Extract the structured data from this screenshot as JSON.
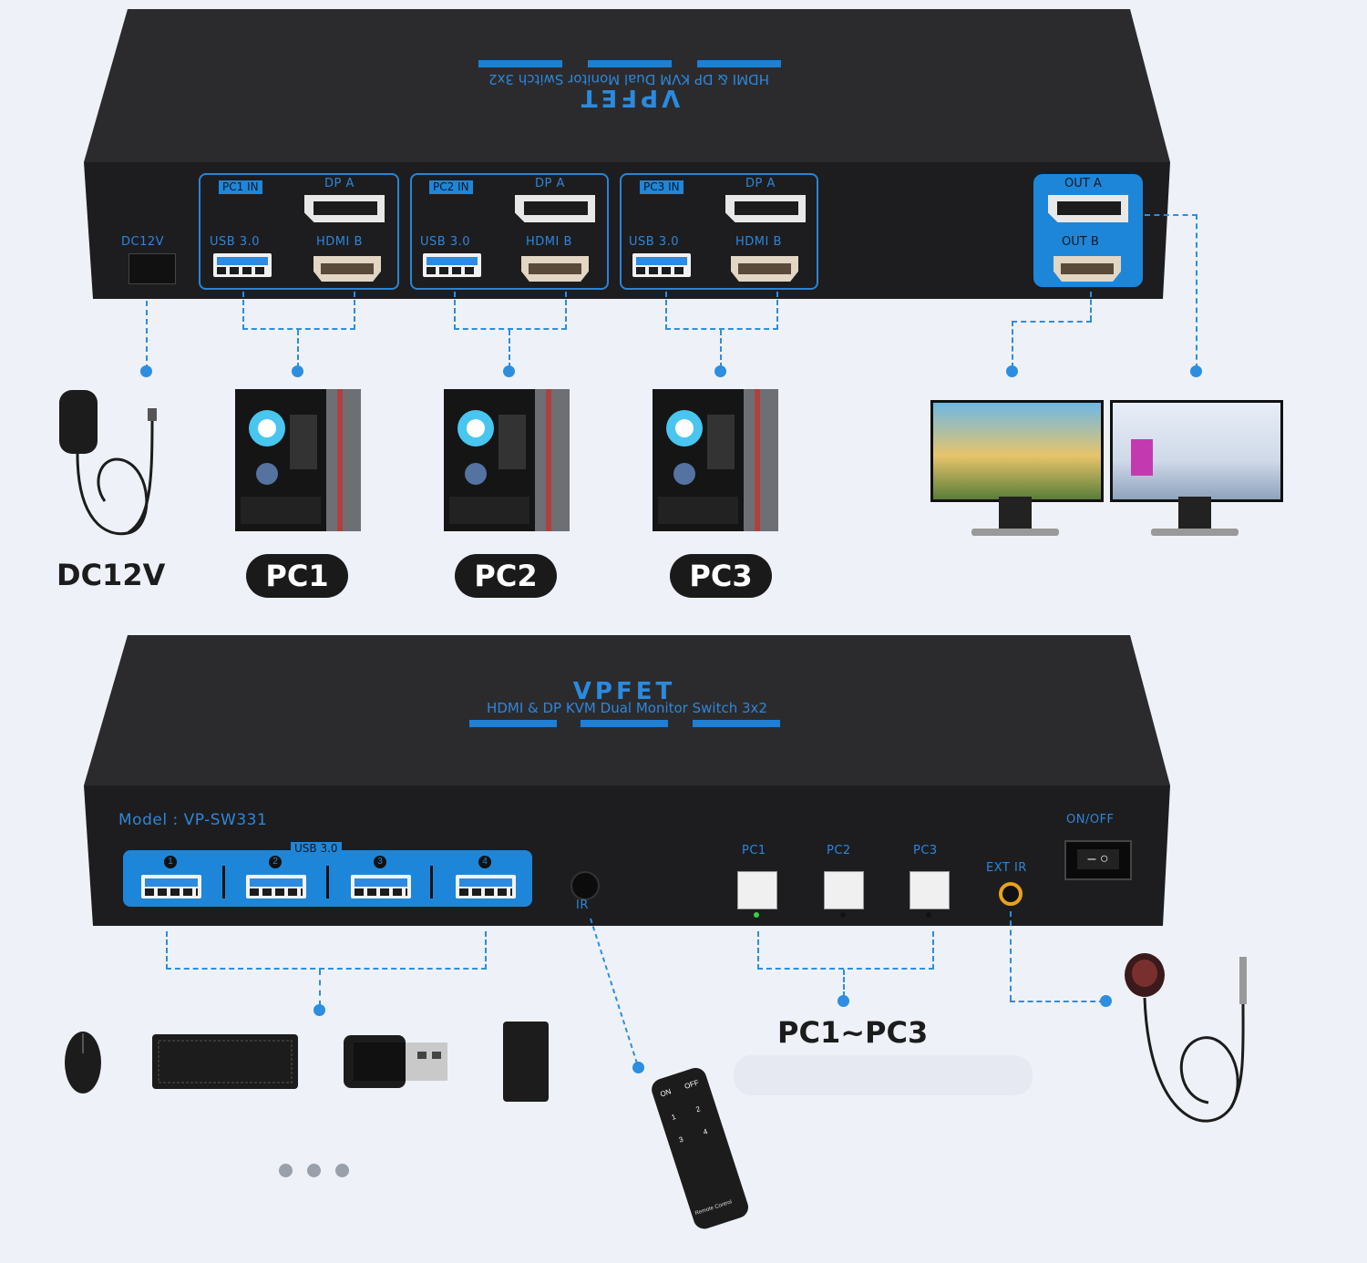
{
  "brand": "VPFET",
  "subtitle": "HDMI & DP KVM Dual Monitor Switch 3x2",
  "model": "Model : VP-SW331",
  "top_ports": {
    "dc": "DC12V",
    "groups": [
      {
        "in": "PC1 IN",
        "dp": "DP A",
        "usb": "USB 3.0",
        "hdmi": "HDMI B"
      },
      {
        "in": "PC2 IN",
        "dp": "DP A",
        "usb": "USB 3.0",
        "hdmi": "HDMI B"
      },
      {
        "in": "PC3 IN",
        "dp": "DP A",
        "usb": "USB 3.0",
        "hdmi": "HDMI B"
      }
    ],
    "out_a": "OUT A",
    "out_b": "OUT B"
  },
  "devices": {
    "power": "DC12V",
    "pcs": [
      "PC1",
      "PC2",
      "PC3"
    ]
  },
  "front_panel": {
    "usb_label": "USB 3.0",
    "usb_numbers": [
      "1",
      "2",
      "3",
      "4"
    ],
    "ir": "IR",
    "buttons": [
      "PC1",
      "PC2",
      "PC3"
    ],
    "ext_ir": "EXT IR",
    "power_switch": "ON/OFF"
  },
  "bottom": {
    "pc_range": "PC1~PC3",
    "remote": {
      "on": "ON",
      "off": "OFF",
      "keys": [
        "1",
        "2",
        "3",
        "4"
      ],
      "name": "Remote Control"
    }
  },
  "colors": {
    "accent": "#2c8ee0",
    "box": "#1d1d1f",
    "badge": "#1a1a1a"
  }
}
